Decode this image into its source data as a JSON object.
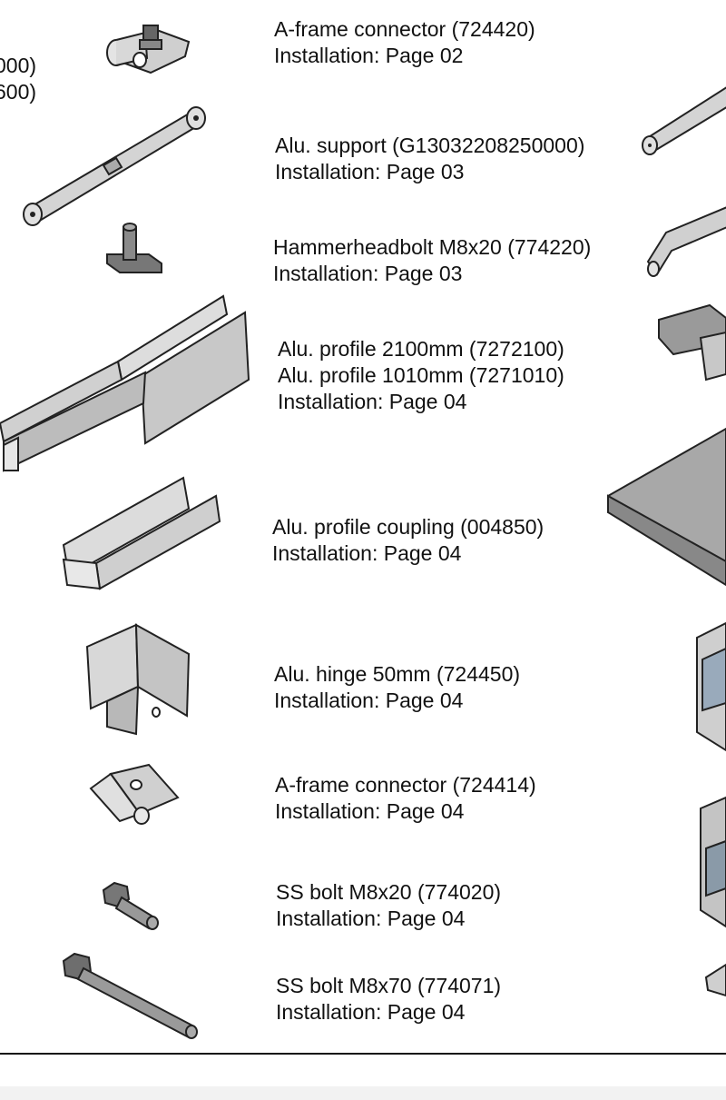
{
  "left_fragment": {
    "line1": "000)",
    "line2": "600)"
  },
  "parts": [
    {
      "icon": "a-frame-connector-clamp-icon",
      "name": "A-frame connector (724420)",
      "installation": "Installation: Page 02"
    },
    {
      "icon": "alu-support-bar-icon",
      "name": "Alu. support (G13032208250000)",
      "installation": "Installation: Page 03"
    },
    {
      "icon": "hammerhead-bolt-icon",
      "name": "Hammerheadbolt M8x20 (774220)",
      "installation": "Installation: Page 03"
    },
    {
      "icon": "alu-profile-rails-icon",
      "name": "Alu. profile 2100mm (7272100)",
      "name2": "Alu. profile 1010mm (7271010)",
      "installation": "Installation: Page 04"
    },
    {
      "icon": "profile-coupling-icon",
      "name": "Alu. profile coupling (004850)",
      "installation": "Installation: Page 04"
    },
    {
      "icon": "alu-hinge-icon",
      "name": "Alu. hinge 50mm (724450)",
      "installation": "Installation: Page 04"
    },
    {
      "icon": "a-frame-connector-plate-icon",
      "name": "A-frame connector (724414)",
      "installation": "Installation: Page 04"
    },
    {
      "icon": "short-bolt-icon",
      "name": "SS bolt M8x20 (774020)",
      "installation": "Installation: Page 04"
    },
    {
      "icon": "long-bolt-icon",
      "name": "SS bolt M8x70 (774071)",
      "installation": "Installation: Page 04"
    }
  ]
}
